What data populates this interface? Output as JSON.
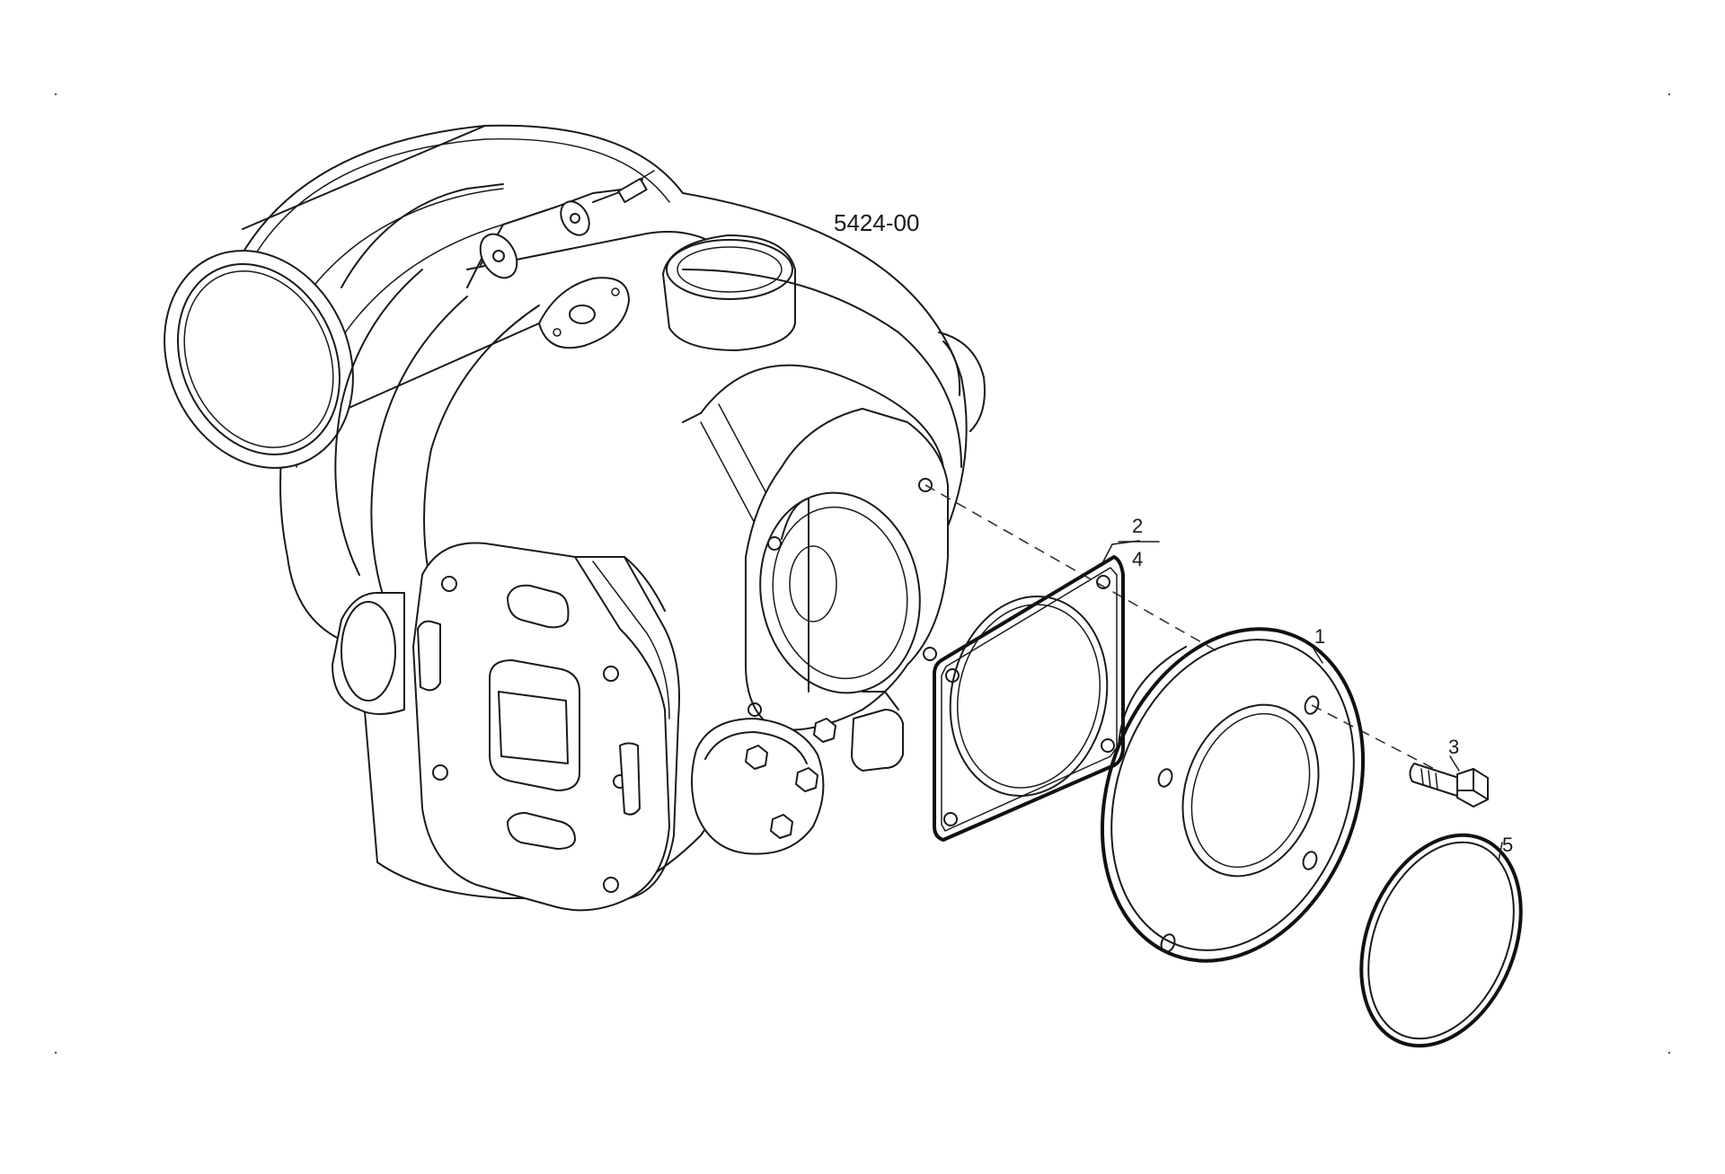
{
  "diagram": {
    "reference": "5424-00",
    "callouts": [
      {
        "id": "1",
        "text": "1"
      },
      {
        "id": "2",
        "text": "2"
      },
      {
        "id": "4",
        "text": "4"
      },
      {
        "id": "3",
        "text": "3"
      },
      {
        "id": "5",
        "text": "5"
      }
    ]
  }
}
